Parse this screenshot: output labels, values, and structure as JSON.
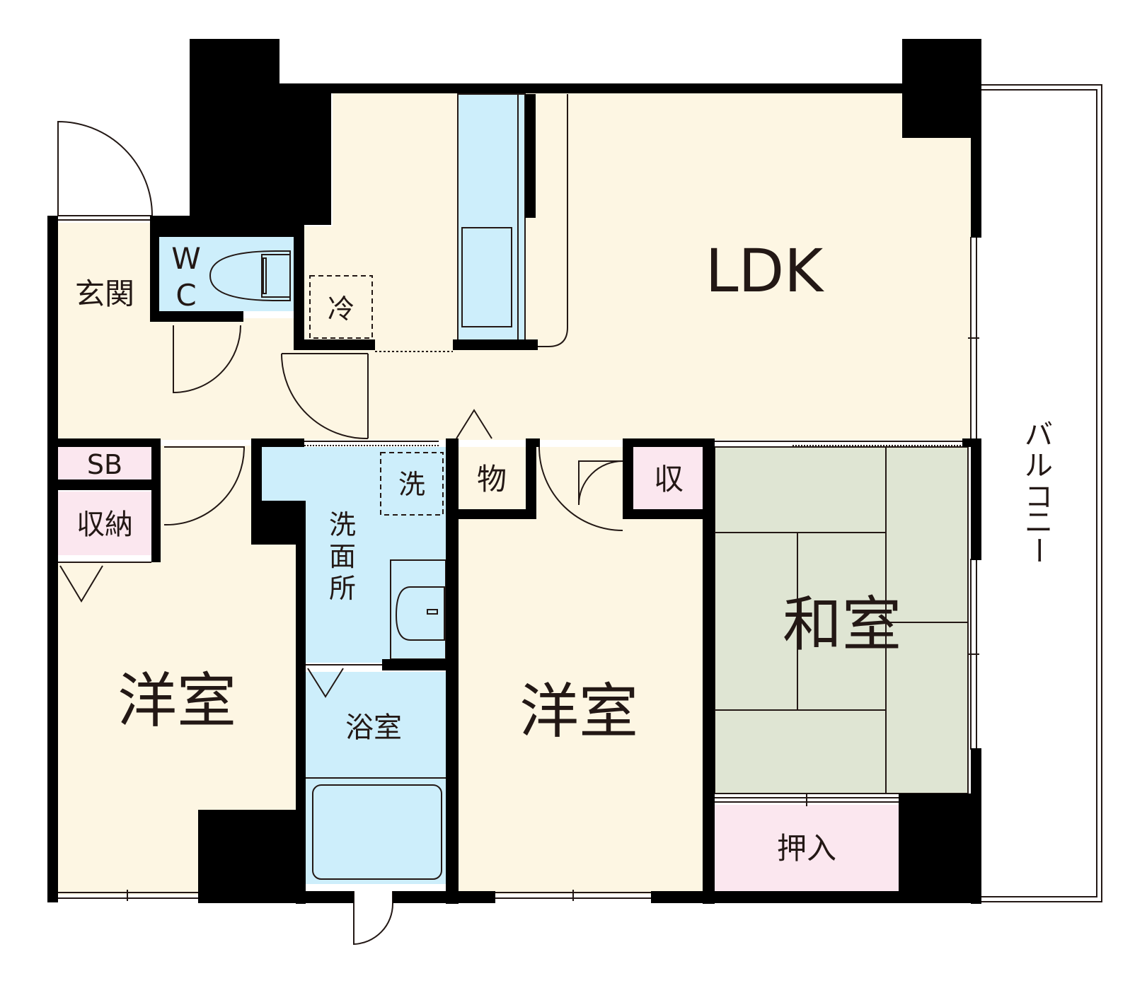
{
  "colors": {
    "floor": "#fdf6e3",
    "wet": "#cdeefb",
    "storage": "#fbe7ef",
    "tatami": "#dfe5d3",
    "wall": "#000000",
    "outline": "#231815"
  },
  "rooms": {
    "ldk": "LDK",
    "entrance": "玄関",
    "wc": "W\nC",
    "wc_top": "W",
    "wc_bottom": "C",
    "sb": "SB",
    "closet": "収納",
    "western_left": "洋室",
    "washroom_1": "洗",
    "washroom_2": "面",
    "washroom_3": "所",
    "bath": "浴室",
    "storage_mono": "物",
    "western_center": "洋室",
    "storage_shu": "収",
    "japanese": "和室",
    "oshiire": "押入",
    "balcony_1": "バ",
    "balcony_2": "ル",
    "balcony_3": "コ",
    "balcony_4": "ニ",
    "balcony_5": "ー"
  },
  "fixtures": {
    "fridge": "冷",
    "washer": "洗"
  }
}
